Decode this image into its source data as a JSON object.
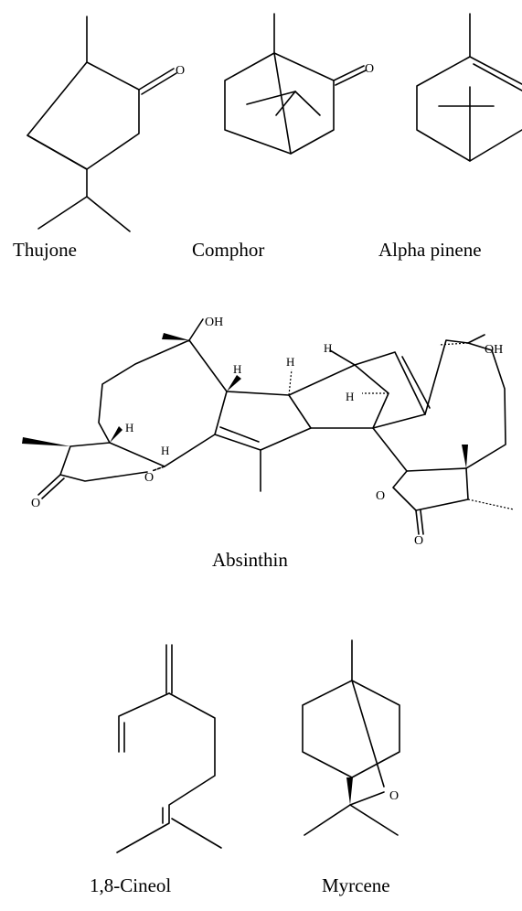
{
  "compounds": [
    {
      "id": "thujone",
      "name": "Thujone",
      "atoms": [
        "O"
      ]
    },
    {
      "id": "comphor",
      "name": "Comphor",
      "atoms": [
        "O"
      ]
    },
    {
      "id": "alpha-pinene",
      "name": "Alpha pinene"
    },
    {
      "id": "absinthin",
      "name": "Absinthin",
      "atoms": [
        "OH",
        "OH",
        "H",
        "H",
        "H",
        "H",
        "H",
        "O",
        "O",
        "O",
        "O"
      ]
    },
    {
      "id": "cineol",
      "name": "1,8-Cineol"
    },
    {
      "id": "myrcene",
      "name": "Myrcene",
      "atoms": [
        "O"
      ]
    }
  ]
}
